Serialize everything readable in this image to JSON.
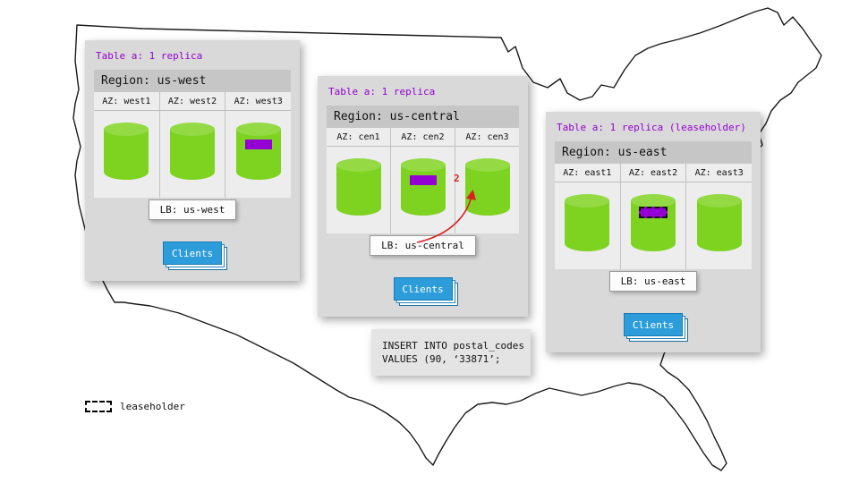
{
  "regions": [
    {
      "table_label": "Table a: 1 replica",
      "region_label": "Region: us-west",
      "azs": [
        {
          "label": "AZ: west1",
          "replica": false,
          "leaseholder": false
        },
        {
          "label": "AZ: west2",
          "replica": false,
          "leaseholder": false
        },
        {
          "label": "AZ: west3",
          "replica": true,
          "leaseholder": false
        }
      ],
      "lb_label": "LB: us-west",
      "clients_label": "Clients"
    },
    {
      "table_label": "Table a: 1 replica",
      "region_label": "Region: us-central",
      "azs": [
        {
          "label": "AZ: cen1",
          "replica": false,
          "leaseholder": false
        },
        {
          "label": "AZ: cen2",
          "replica": true,
          "leaseholder": false
        },
        {
          "label": "AZ: cen3",
          "replica": false,
          "leaseholder": false
        }
      ],
      "lb_label": "LB: us-central",
      "clients_label": "Clients"
    },
    {
      "table_label": "Table a: 1 replica (leaseholder)",
      "region_label": "Region: us-east",
      "azs": [
        {
          "label": "AZ: east1",
          "replica": false,
          "leaseholder": false
        },
        {
          "label": "AZ: east2",
          "replica": true,
          "leaseholder": true
        },
        {
          "label": "AZ: east3",
          "replica": false,
          "leaseholder": false
        }
      ],
      "lb_label": "LB: us-east",
      "clients_label": "Clients"
    }
  ],
  "annotation": {
    "arrow_label": "2",
    "sql_line1": "INSERT INTO postal_codes",
    "sql_line2": "VALUES (90, ‘33871’;"
  },
  "legend": {
    "label": "leaseholder"
  },
  "colors": {
    "replica_purple": "#9400d3",
    "cylinder_green": "#7ed321",
    "client_blue": "#2d9cdb",
    "arrow_red": "#d91f1f",
    "panel_gray": "#d9d9d9"
  }
}
